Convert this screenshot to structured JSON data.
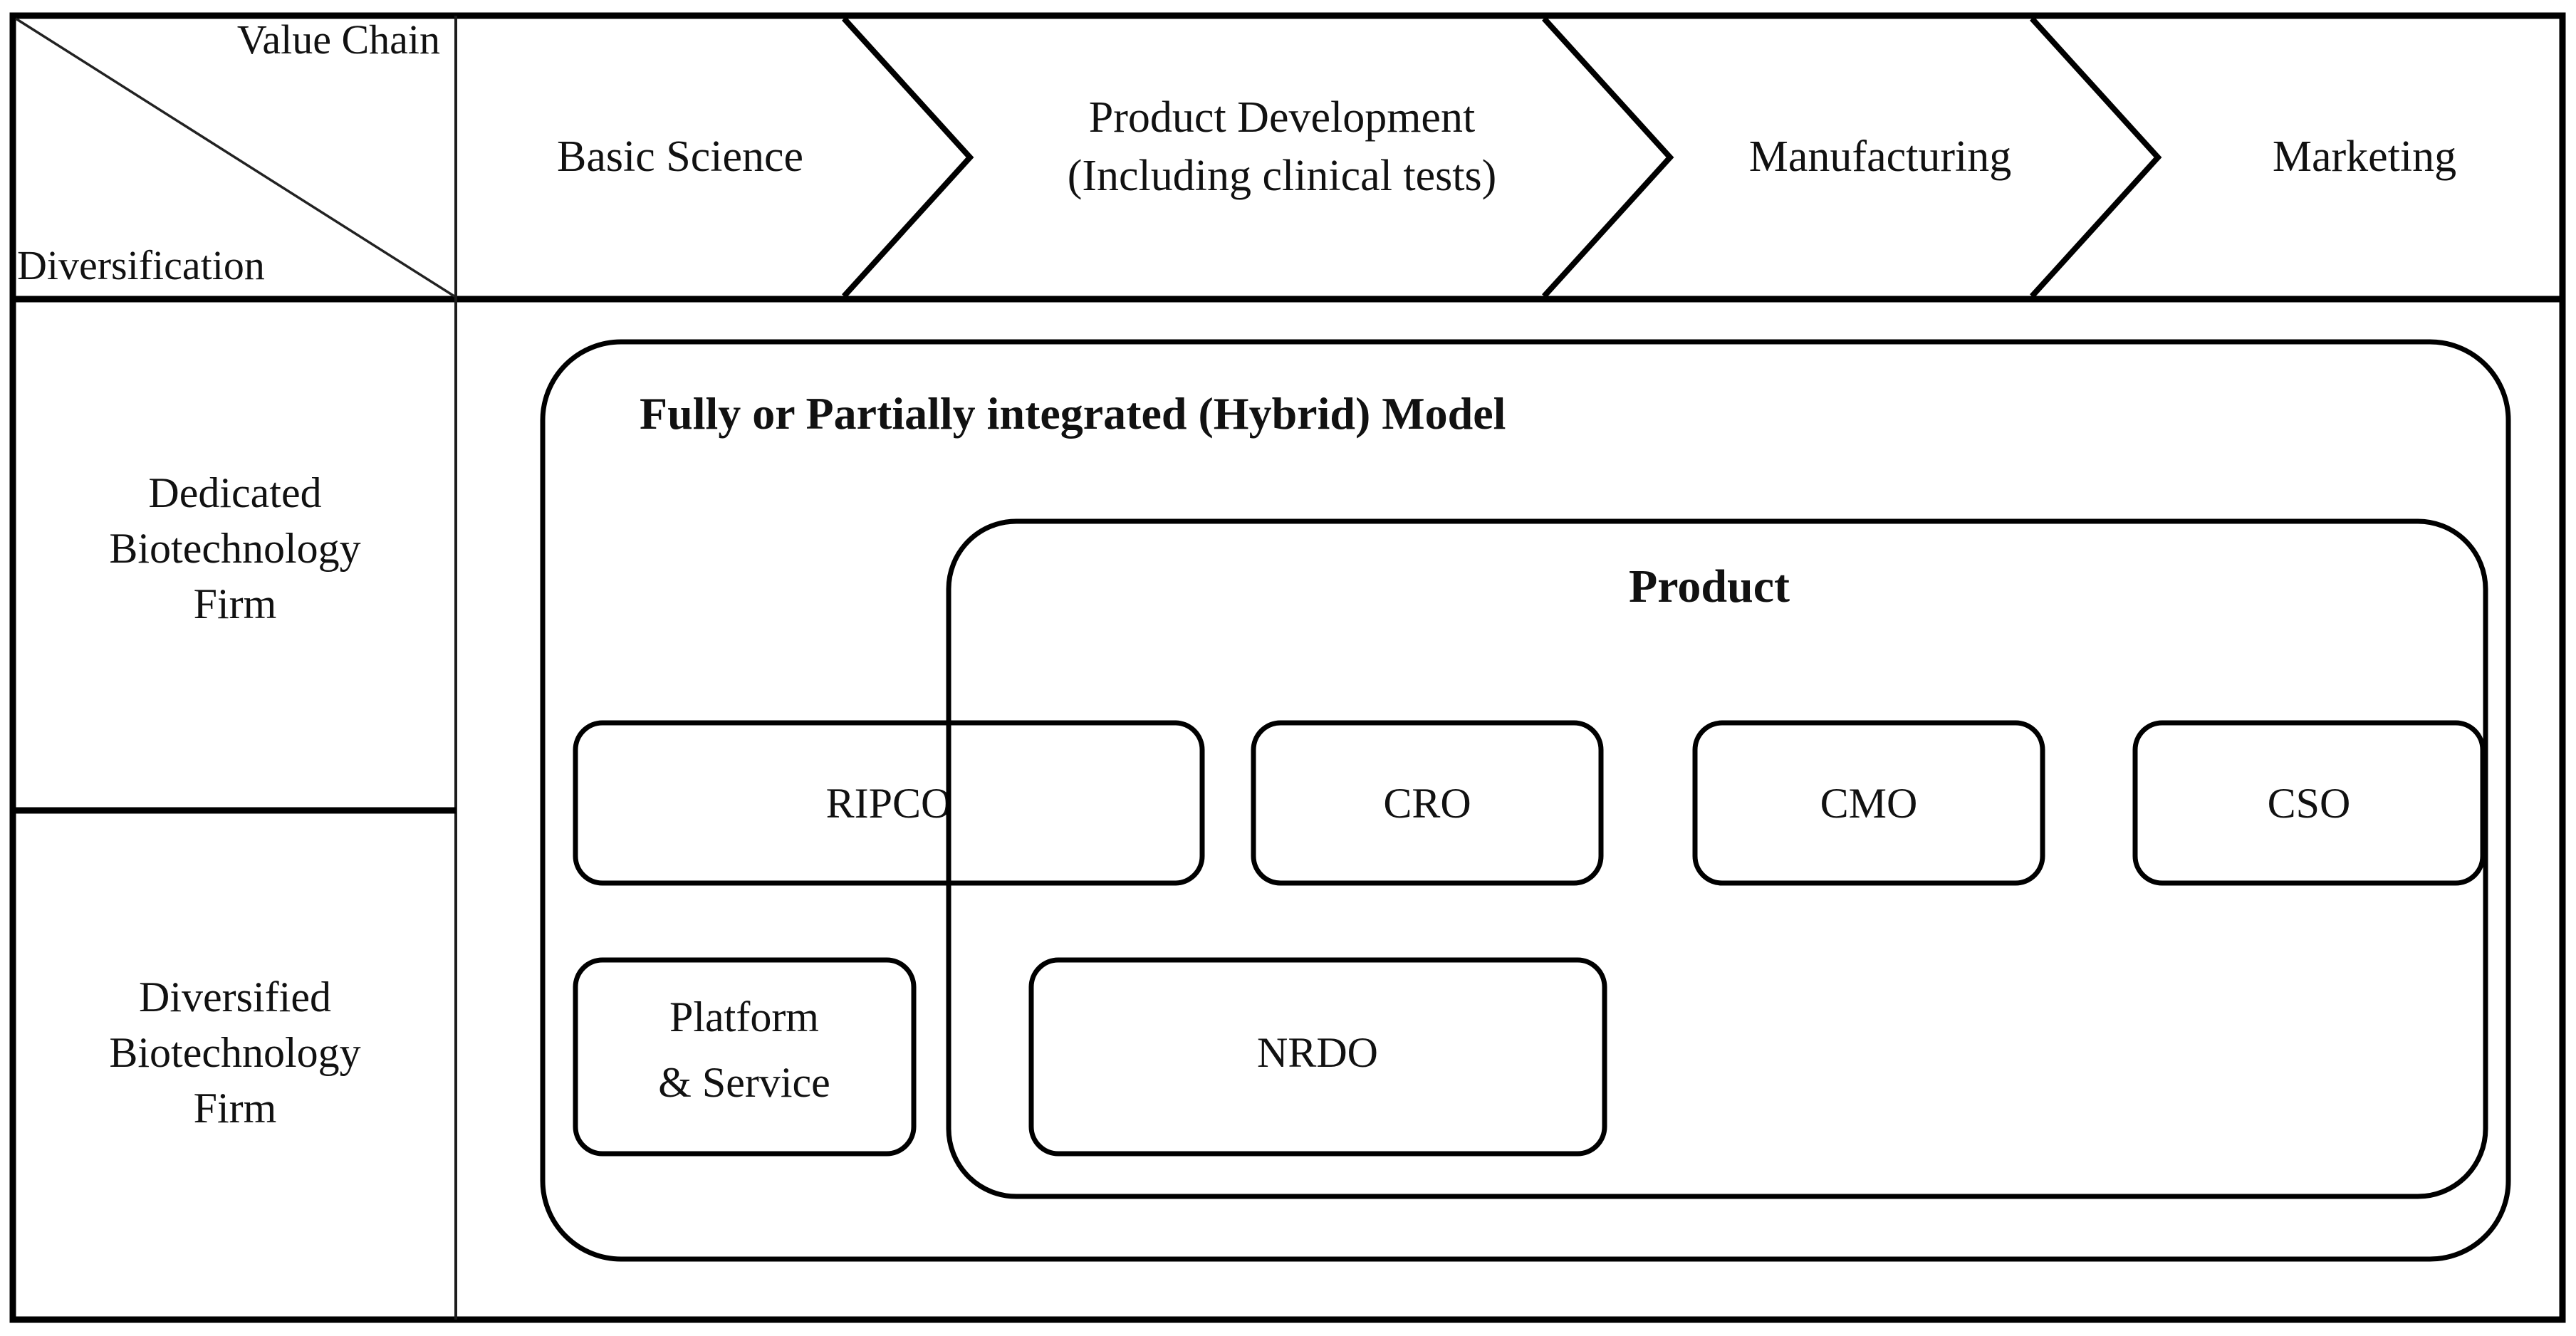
{
  "diagram": {
    "title": "Value Chain vs Diversification matrix of biotechnology business models",
    "corner_header": {
      "top_right_label": "Value Chain",
      "bottom_left_label": "Diversification"
    },
    "value_chain_stages": [
      {
        "id": "basic-science",
        "label": "Basic Science"
      },
      {
        "id": "product-development",
        "label": "Product Development",
        "label_line2": "(Including clinical tests)"
      },
      {
        "id": "manufacturing",
        "label": "Manufacturing"
      },
      {
        "id": "marketing",
        "label": "Marketing"
      }
    ],
    "row_labels": [
      {
        "id": "dedicated",
        "line1": "Dedicated",
        "line2": "Biotechnology",
        "line3": "Firm"
      },
      {
        "id": "diversified",
        "line1": "Diversified",
        "line2": "Biotechnology",
        "line3": "Firm"
      }
    ],
    "outer_group": {
      "id": "hybrid-model",
      "label": "Fully or Partially integrated (Hybrid) Model"
    },
    "inner_group": {
      "id": "product-group",
      "label": "Product"
    },
    "nodes_top_row": [
      {
        "id": "ripco",
        "label": "RIPCO"
      },
      {
        "id": "cro",
        "label": "CRO"
      },
      {
        "id": "cmo",
        "label": "CMO"
      },
      {
        "id": "cso",
        "label": "CSO"
      }
    ],
    "nodes_bottom_row": [
      {
        "id": "platform-service",
        "label": "Platform",
        "label_line2": "& Service"
      },
      {
        "id": "nrdo",
        "label": "NRDO"
      }
    ],
    "colors": {
      "stroke": "#000000",
      "background": "#ffffff",
      "text": "#111111"
    }
  }
}
